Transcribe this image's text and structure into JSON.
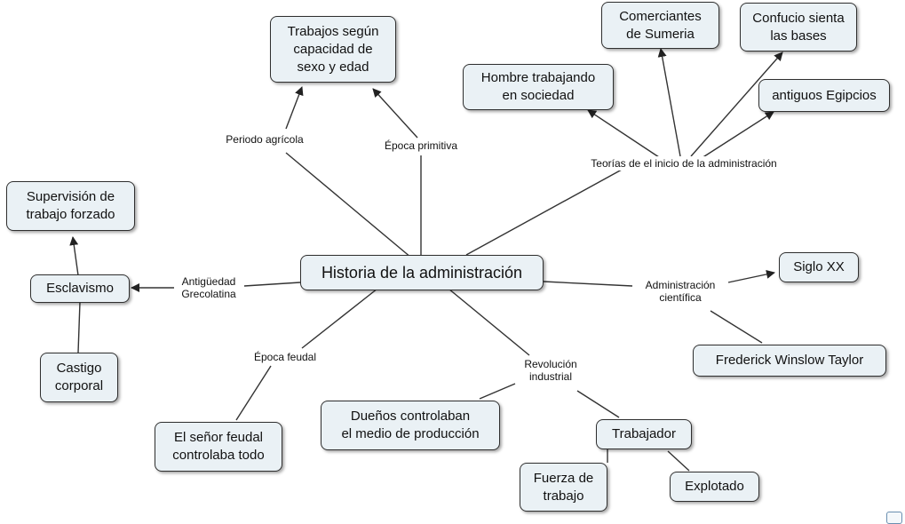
{
  "diagram": {
    "nodes": {
      "root": "Historia de la administración",
      "trabajos": "Trabajos según\ncapacidad de\nsexo y edad",
      "supervision": "Supervisión de\ntrabajo forzado",
      "esclavismo": "Esclavismo",
      "castigo": "Castigo\ncorporal",
      "senor": "El señor feudal\ncontrolaba todo",
      "duenos": "Dueños controlaban\nel medio de producción",
      "trabajador": "Trabajador",
      "fuerza": "Fuerza de\ntrabajo",
      "explotado": "Explotado",
      "frederick": "Frederick Winslow Taylor",
      "siglo": "Siglo XX",
      "hombre": "Hombre trabajando\nen sociedad",
      "comerciantes": "Comerciantes\nde Sumeria",
      "confucio": "Confucio sienta\nlas bases",
      "egipcios": "antiguos Egipcios"
    },
    "links": {
      "periodo": "Periodo agrícola",
      "primitiva": "Época primitiva",
      "teorias": "Teorías de el inicio de la administración",
      "antiguedad": "Antigüedad\nGrecolatina",
      "feudal": "Época feudal",
      "revolucion": "Revolución\nindustrial",
      "cientifica": "Administración\ncientífica"
    }
  },
  "colors": {
    "node_fill": "#eaf1f5",
    "node_border": "#2f2f2f",
    "line": "#333333"
  }
}
